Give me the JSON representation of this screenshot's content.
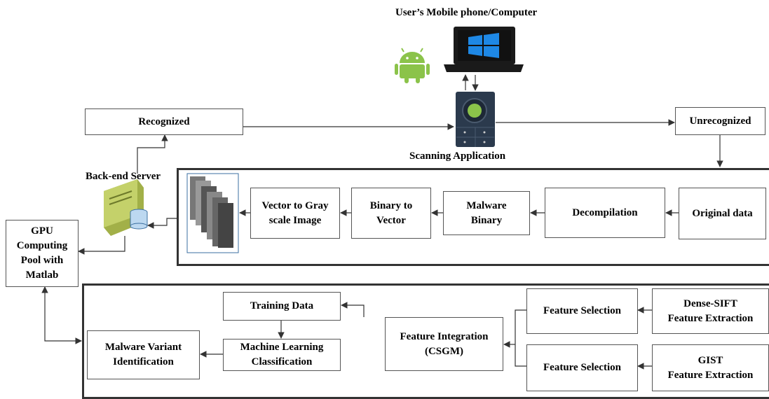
{
  "labels": {
    "device": "User’s  Mobile phone/Computer",
    "scanning_app": "Scanning Application",
    "backend_server": "Back-end Server"
  },
  "nodes": {
    "recognized": "Recognized",
    "unrecognized": "Unrecognized",
    "gpu_pool": "GPU\nComputing\nPool with\nMatlab",
    "original_data": "Original data",
    "decompilation": "Decompilation",
    "malware_binary": "Malware\nBinary",
    "binary_to_vector": "Binary to\nVector",
    "vector_to_gray": "Vector to Gray\nscale Image",
    "dense_sift": "Dense-SIFT\nFeature Extraction",
    "gist": "GIST\nFeature Extraction",
    "feature_selection_1": "Feature Selection",
    "feature_selection_2": "Feature Selection",
    "feature_integration": "Feature Integration\n(CSGM)",
    "training_data": "Training Data",
    "ml_classification": "Machine Learning\nClassification",
    "malware_variant": "Malware Variant\nIdentification"
  },
  "colors": {
    "android": "#8bc34a",
    "windows": "#1e88e5",
    "server": "#b5c75a",
    "app_screen": "#2b3a4d"
  }
}
